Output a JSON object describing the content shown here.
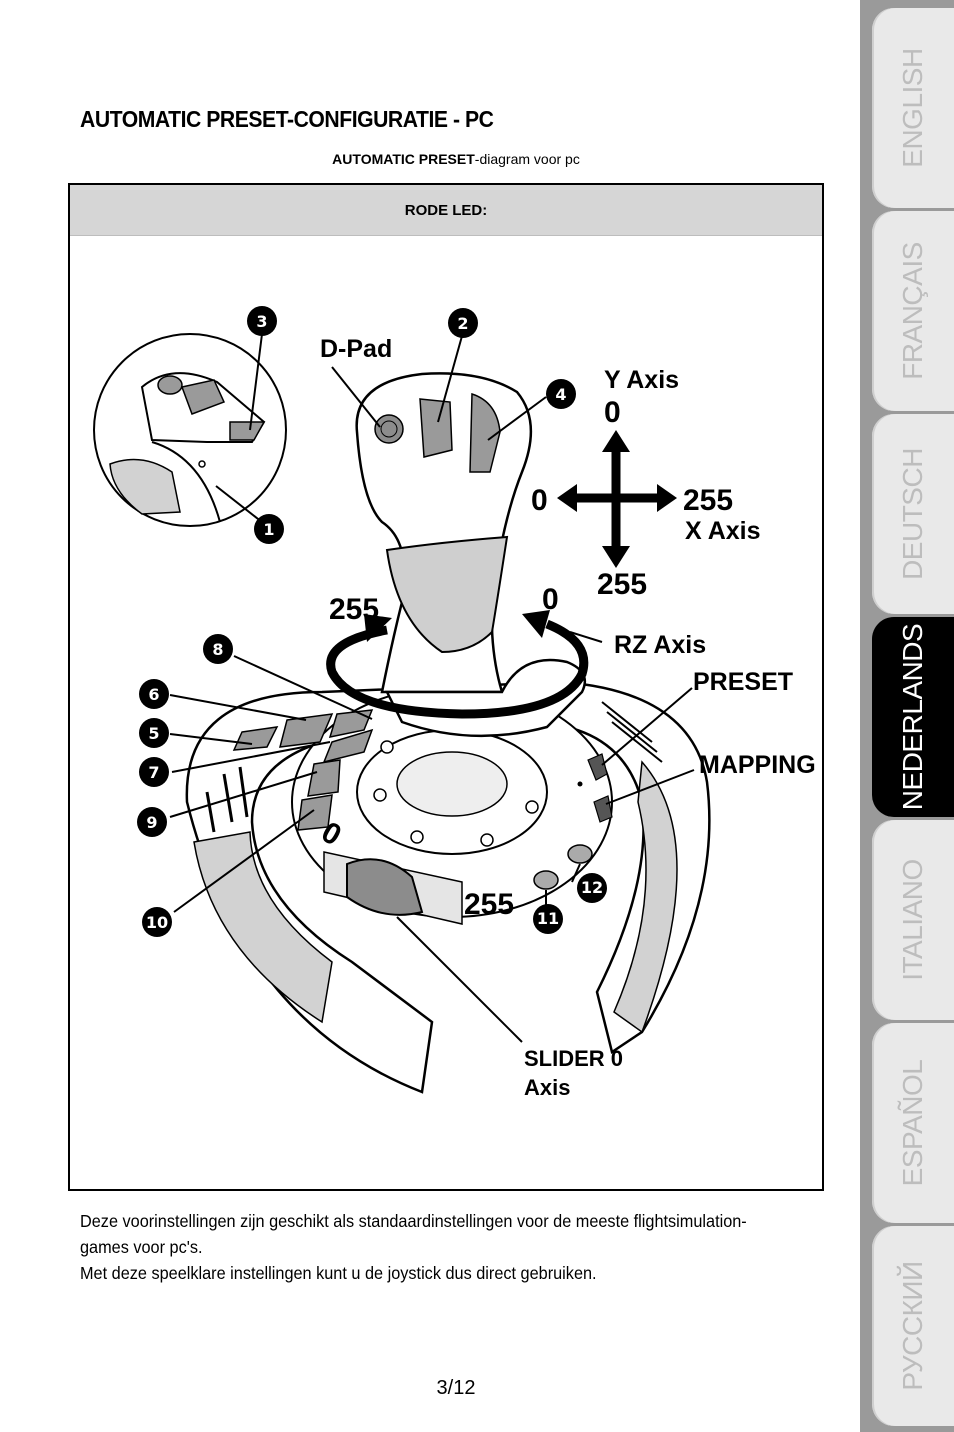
{
  "heading": "AUTOMATIC PRESET-CONFIGURATIE - PC",
  "caption": {
    "bold": "AUTOMATIC PRESET",
    "rest": "-diagram voor pc"
  },
  "panel": {
    "header": "RODE LED:"
  },
  "diagram": {
    "dpad": "D-Pad",
    "y_axis": "Y Axis",
    "y_top": "0",
    "y_bottom": "255",
    "x_left": "0",
    "x_right": "255",
    "x_axis": "X Axis",
    "rz_left": "255",
    "rz_right": "0",
    "rz_axis": "RZ Axis",
    "preset": "PRESET",
    "mapping": "MAPPING",
    "slider_min": "0",
    "slider_max": "255",
    "slider_line1": "SLIDER 0",
    "slider_line2": "Axis",
    "badges": {
      "b1": "1",
      "b2": "2",
      "b3": "3",
      "b4": "4",
      "b5": "5",
      "b6": "6",
      "b7": "7",
      "b8": "8",
      "b9": "9",
      "b10": "10",
      "b11": "11",
      "b12": "12"
    }
  },
  "body": {
    "line1": "Deze voorinstellingen zijn geschikt als standaardinstellingen voor de meeste flightsimulation-",
    "line2": "games voor pc's.",
    "line3": "Met deze speelklare instellingen kunt u de joystick dus direct gebruiken."
  },
  "page_number": "3/12",
  "language_tabs": [
    {
      "label": "ENGLISH",
      "active": false
    },
    {
      "label": "FRANÇAIS",
      "active": false
    },
    {
      "label": "DEUTSCH",
      "active": false
    },
    {
      "label": "NEDERLANDS",
      "active": true
    },
    {
      "label": "ITALIANO",
      "active": false
    },
    {
      "label": "ESPAÑOL",
      "active": false
    },
    {
      "label": "РУССКИЙ",
      "active": false
    }
  ]
}
